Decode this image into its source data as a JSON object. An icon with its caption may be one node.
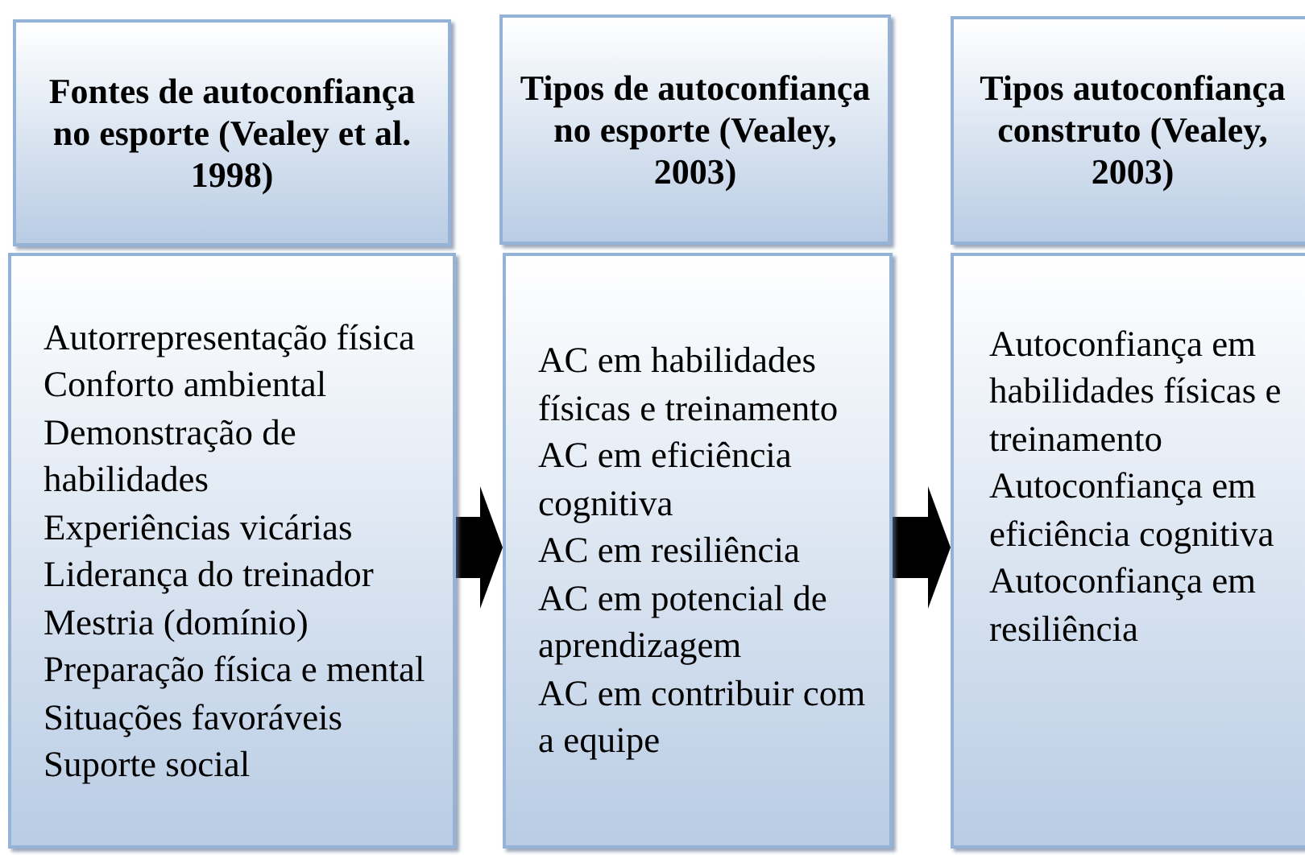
{
  "diagram": {
    "nodes": [
      {
        "text": [
          "Fontes de autoconfiança no esporte (Vealey et al. 1998)"
        ]
      },
      {
        "text": [
          "Tipos de autoconfiança no esporte (Vealey, 2003)"
        ]
      },
      {
        "text": [
          "Tipos autoconfiança construto (Vealey, 2003)"
        ]
      },
      {
        "text": [
          "Autorrepresentação física",
          "Conforto ambiental",
          "Demonstração de habilidades",
          "Experiências vicárias",
          "Liderança do treinador",
          "Mestria (domínio)",
          "Preparação física e mental",
          "Situações favoráveis",
          "Suporte social"
        ]
      },
      {
        "text": [
          "AC em habilidades físicas e treinamento",
          "AC em eficiência cognitiva",
          "AC em resiliência",
          "AC em potencial de aprendizagem",
          "AC em contribuir com a equipe"
        ]
      },
      {
        "text": [
          "Autoconfiança em habilidades físicas e treinamento",
          "Autoconfiança em eficiência cognitiva",
          "Autoconfiança em resiliência"
        ]
      }
    ],
    "edges": [
      {
        "from": 3,
        "to": 4,
        "arrow": "to"
      },
      {
        "from": 4,
        "to": 5,
        "arrow": "to"
      }
    ]
  }
}
